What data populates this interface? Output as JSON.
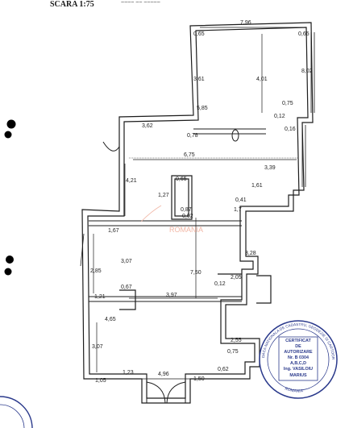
{
  "scale_label": "SCARA 1:75",
  "top_scribble": "~~~~ ~~ ~~~~~",
  "dimensions": {
    "top_width": "7,96",
    "top_left_corner": "0,65",
    "top_right_corner": "0,65",
    "left_upper_wall": "3,61",
    "right_upper_wall": "8,02",
    "main_height": "4,01",
    "left_lower_step": "5,85",
    "right_step": "0,75",
    "right_notch_1": "0,12",
    "right_notch_2": "0,16",
    "hall_width": "3,62",
    "hall_small": "0,78",
    "wide_span": "6,75",
    "left_wall_height": "4,21",
    "right_wall_height": "3,39",
    "right_small": "1,61",
    "inner_box_top": "0,65",
    "inner_box_height": "1,27",
    "inner_box_bottom": "0,87",
    "inner_box_bottom2": "0,02",
    "diag": "0,41",
    "diag2": "1,7",
    "room_left_top": "1,67",
    "room_left_height": "3,07",
    "room_left_wall": "2,85",
    "center_height": "7,50",
    "right_room_height": "3,28",
    "right_room_top": "2,05",
    "right_room_notch": "0,12",
    "left_small": "1,21",
    "left_small2": "0,67",
    "mid_span": "3,97",
    "bottom_left_top": "4,65",
    "bottom_left_height": "3,07",
    "bottom_right_height": "2,55",
    "bottom_right_top": "0,75",
    "bottom_left_corner": "1,05",
    "bottom_center_1": "1,23",
    "bottom_center_2": "4,96",
    "bottom_right_1": "1,50",
    "bottom_right_2": "0,62"
  },
  "watermark": "ROMANIA",
  "stamp": {
    "ring_top": "DACA NATIONALA DE CADASTRU, GEODEZIE SI CARTOGRAFIE",
    "line1": "CERTIFICAT",
    "line2": "DE",
    "line3": "AUTORIZARE",
    "line4": "Nr. B 0304",
    "line5": "A,B,C,D",
    "line6": "Ing. VASILOIU",
    "line7": "MARIUS",
    "ring_bottom": "ROMANIA"
  },
  "colors": {
    "ink": "#1c1c1c",
    "stamp": "#2b3a8c",
    "watermark": "#f2b7a6"
  }
}
